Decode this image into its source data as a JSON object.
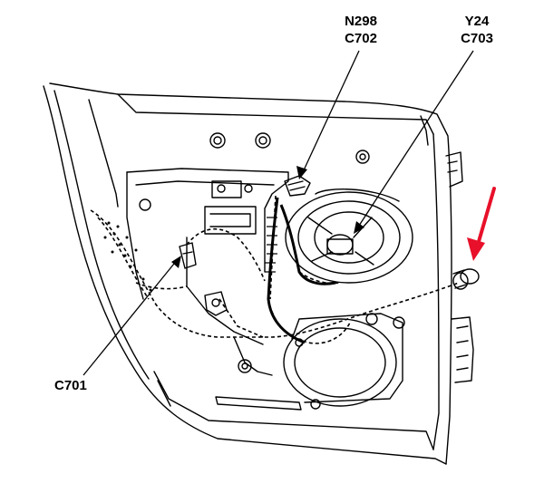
{
  "labels": {
    "n298": {
      "line1": "N298",
      "line2": "C702"
    },
    "y24": {
      "line1": "Y24",
      "line2": "C703"
    },
    "c701": {
      "text": "C701"
    }
  },
  "colors": {
    "ink": "#000000",
    "arrow": "#e8102a",
    "background": "#ffffff"
  }
}
